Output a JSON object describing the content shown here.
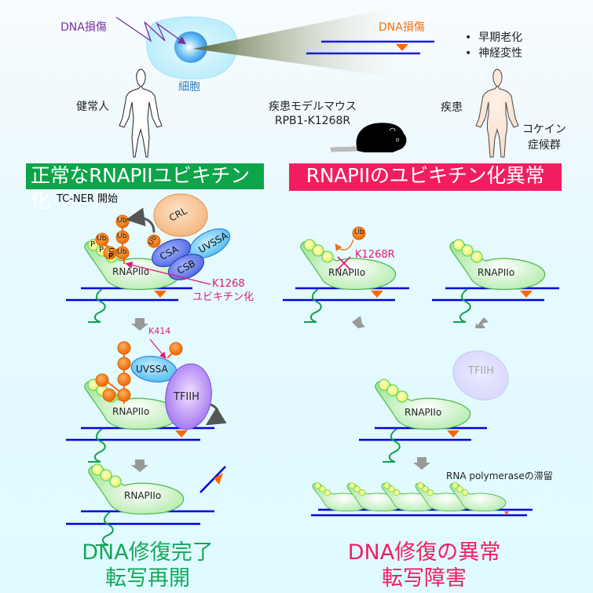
{
  "colors": {
    "green_banner": "#0ea44a",
    "red_banner": "#f21d61",
    "dna_strand": "#0000e0",
    "damage_marker": "#ff6600",
    "ub_orange": "#f07010",
    "label_magenta": "#e0187a",
    "outcome_green": "#15a75a",
    "outcome_red": "#f21d61",
    "dna_damage_purple": "#7a2fa0"
  },
  "top": {
    "dna_damage_left": "DNA損傷",
    "cell_label": "細胞",
    "healthy_person": "健常人",
    "dna_damage_right": "DNA損傷",
    "symptoms": [
      "早期老化",
      "神経変性"
    ],
    "mouse_label_line1": "疾患モデルマウス",
    "mouse_label_line2": "RPB1-K1268R",
    "patient_label": "疾患",
    "syndrome_line1": "コケイン",
    "syndrome_line2": "症候群"
  },
  "left_panel": {
    "banner": "正常なRNAPIIユビキチン化",
    "step1_title": "TC-NER 開始",
    "complex_labels": {
      "crl": "CRL",
      "csa": "CSA",
      "csb": "CSB",
      "uvssa": "UVSSA"
    },
    "ub": "Ub",
    "p": "P",
    "polymerase": "RNAPIIo",
    "site_label_line1": "K1268",
    "site_label_line2": "ユビキチン化",
    "uvssa_site": "K414",
    "tfiih": "TFIIH",
    "outcome_line1": "DNA修復完了",
    "outcome_line2": "転写再開"
  },
  "right_panel": {
    "banner": "RNAPIIのユビキチン化異常",
    "mutation": "K1268R",
    "stalled_label": "RNA polymeraseの滞留",
    "tfiih_faded": "TFIIH",
    "outcome_line1": "DNA修復の異常",
    "outcome_line2": "転写障害"
  }
}
